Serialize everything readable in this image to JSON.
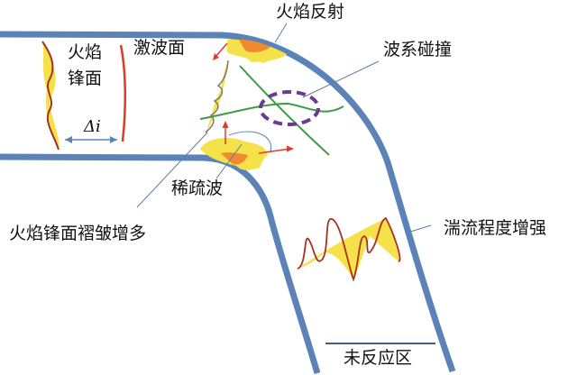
{
  "labels": {
    "flame_front": [
      "火焰",
      "锋面"
    ],
    "shock_front": "激波面",
    "delta": "Δi",
    "flame_reflection": "火焰反射",
    "wave_collision": "波系碰撞",
    "rarefaction_wave": "稀疏波",
    "flame_wrinkle": "火焰锋面褶皱增多",
    "turbulence": "湍流程度增强",
    "unreacted_zone": "未反应区"
  },
  "colors": {
    "wall": "#5b83b8",
    "flame_fill": "#f5e14a",
    "flame_core": "#f08a2e",
    "flame_edge": "#a83222",
    "shock": "#e03a2a",
    "wave": "#3f9a45",
    "collision": "#6a3a96",
    "leader": "#5b7fa6"
  }
}
